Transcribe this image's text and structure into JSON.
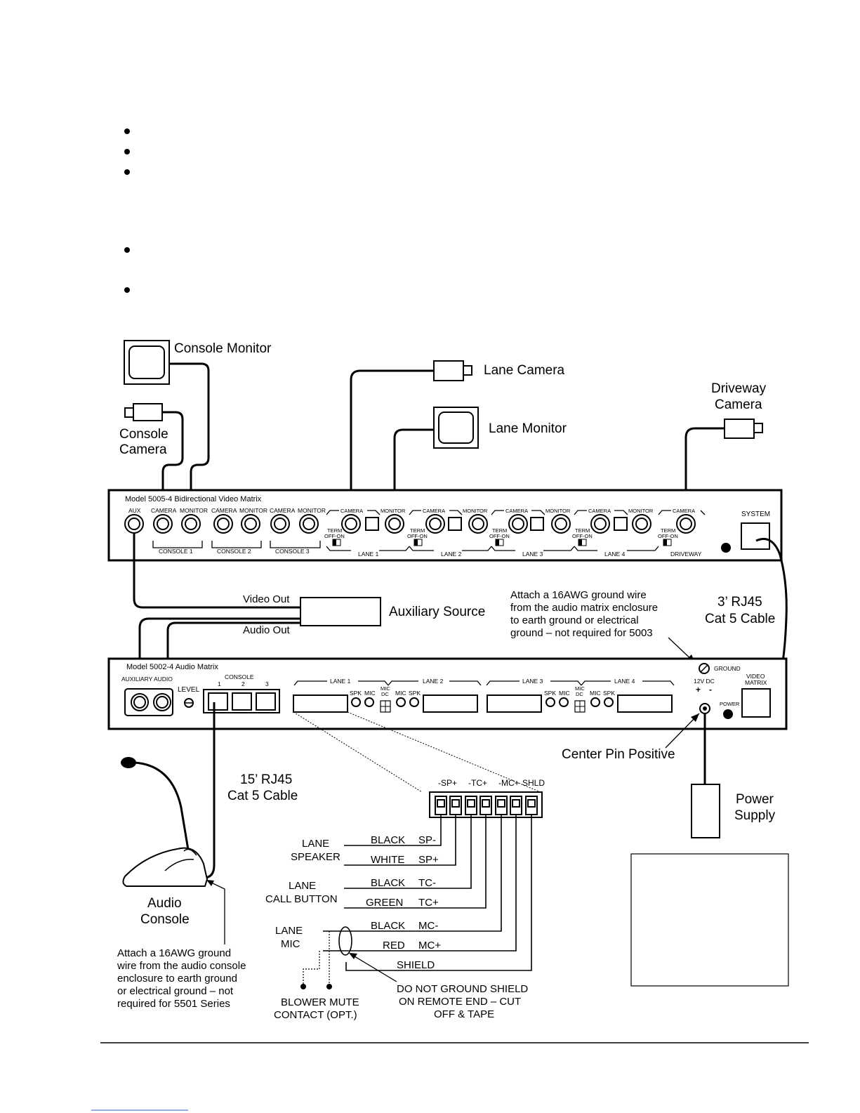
{
  "devices": {
    "console_monitor": "Console Monitor",
    "console_camera": [
      "Console",
      "Camera"
    ],
    "lane_camera": "Lane Camera",
    "lane_monitor": "Lane Monitor",
    "driveway_camera": [
      "Driveway",
      "Camera"
    ],
    "auxiliary_source": "Auxiliary Source",
    "video_out": "Video Out",
    "audio_out": "Audio Out",
    "power_supply": [
      "Power",
      "Supply"
    ],
    "audio_console": [
      "Audio",
      "Console"
    ]
  },
  "video_matrix": {
    "title": "Model 5005-4 Bidirectional Video Matrix",
    "aux": "AUX",
    "camera": "CAMERA",
    "monitor": "MONITOR",
    "console1": "CONSOLE 1",
    "console2": "CONSOLE 2",
    "console3": "CONSOLE 3",
    "term": "TERM",
    "off_on": "OFF-ON",
    "lane1": "LANE 1",
    "lane2": "LANE 2",
    "lane3": "LANE 3",
    "lane4": "LANE 4",
    "driveway": "DRIVEWAY",
    "system": "SYSTEM"
  },
  "audio_matrix": {
    "title": "Model 5002-4 Audio Matrix",
    "auxiliary_audio": "AUXILIARY AUDIO",
    "level": "LEVEL",
    "console": "CONSOLE",
    "c1": "1",
    "c2": "2",
    "c3": "3",
    "lane1": "LANE 1",
    "lane2": "LANE 2",
    "lane3": "LANE 3",
    "lane4": "LANE 4",
    "spk": "SPK",
    "mic": "MIC",
    "mic_dc": [
      "MIC",
      "DC"
    ],
    "ground": "GROUND",
    "dc12": "12V DC",
    "plus": "+",
    "minus": "-",
    "video_matrix": [
      "VIDEO",
      "MATRIX"
    ],
    "power": "POWER"
  },
  "cables": {
    "rj45_3ft": [
      "3’ RJ45",
      "Cat 5 Cable"
    ],
    "rj45_15ft": [
      "15’ RJ45",
      "Cat 5 Cable"
    ],
    "center_pin": "Center Pin Positive"
  },
  "notes": {
    "ground_matrix": [
      "Attach a 16AWG ground wire",
      "from the audio matrix enclosure",
      "to earth ground or electrical",
      "ground – not required for 5003"
    ],
    "ground_console": [
      "Attach a 16AWG ground",
      "wire from the audio console",
      "enclosure to earth ground",
      "or electrical ground – not",
      "required for 5501 Series"
    ],
    "shield": [
      "DO NOT GROUND SHIELD",
      "ON REMOTE END – CUT",
      "OFF & TAPE"
    ],
    "blower": [
      "BLOWER MUTE",
      "CONTACT (OPT.)"
    ]
  },
  "terminal": {
    "headers": [
      "-SP+",
      "-TC+",
      "-MC+",
      "SHLD"
    ],
    "lane_speaker": [
      "LANE",
      "SPEAKER"
    ],
    "lane_call_button": [
      "LANE",
      "CALL BUTTON"
    ],
    "lane_mic": [
      "LANE",
      "MIC"
    ],
    "wires": [
      {
        "color": "BLACK",
        "signal": "SP-"
      },
      {
        "color": "WHITE",
        "signal": "SP+"
      },
      {
        "color": "BLACK",
        "signal": "TC-"
      },
      {
        "color": "GREEN",
        "signal": "TC+"
      },
      {
        "color": "BLACK",
        "signal": "MC-"
      },
      {
        "color": "RED",
        "signal": "MC+"
      },
      {
        "color": "SHIELD",
        "signal": ""
      }
    ]
  }
}
